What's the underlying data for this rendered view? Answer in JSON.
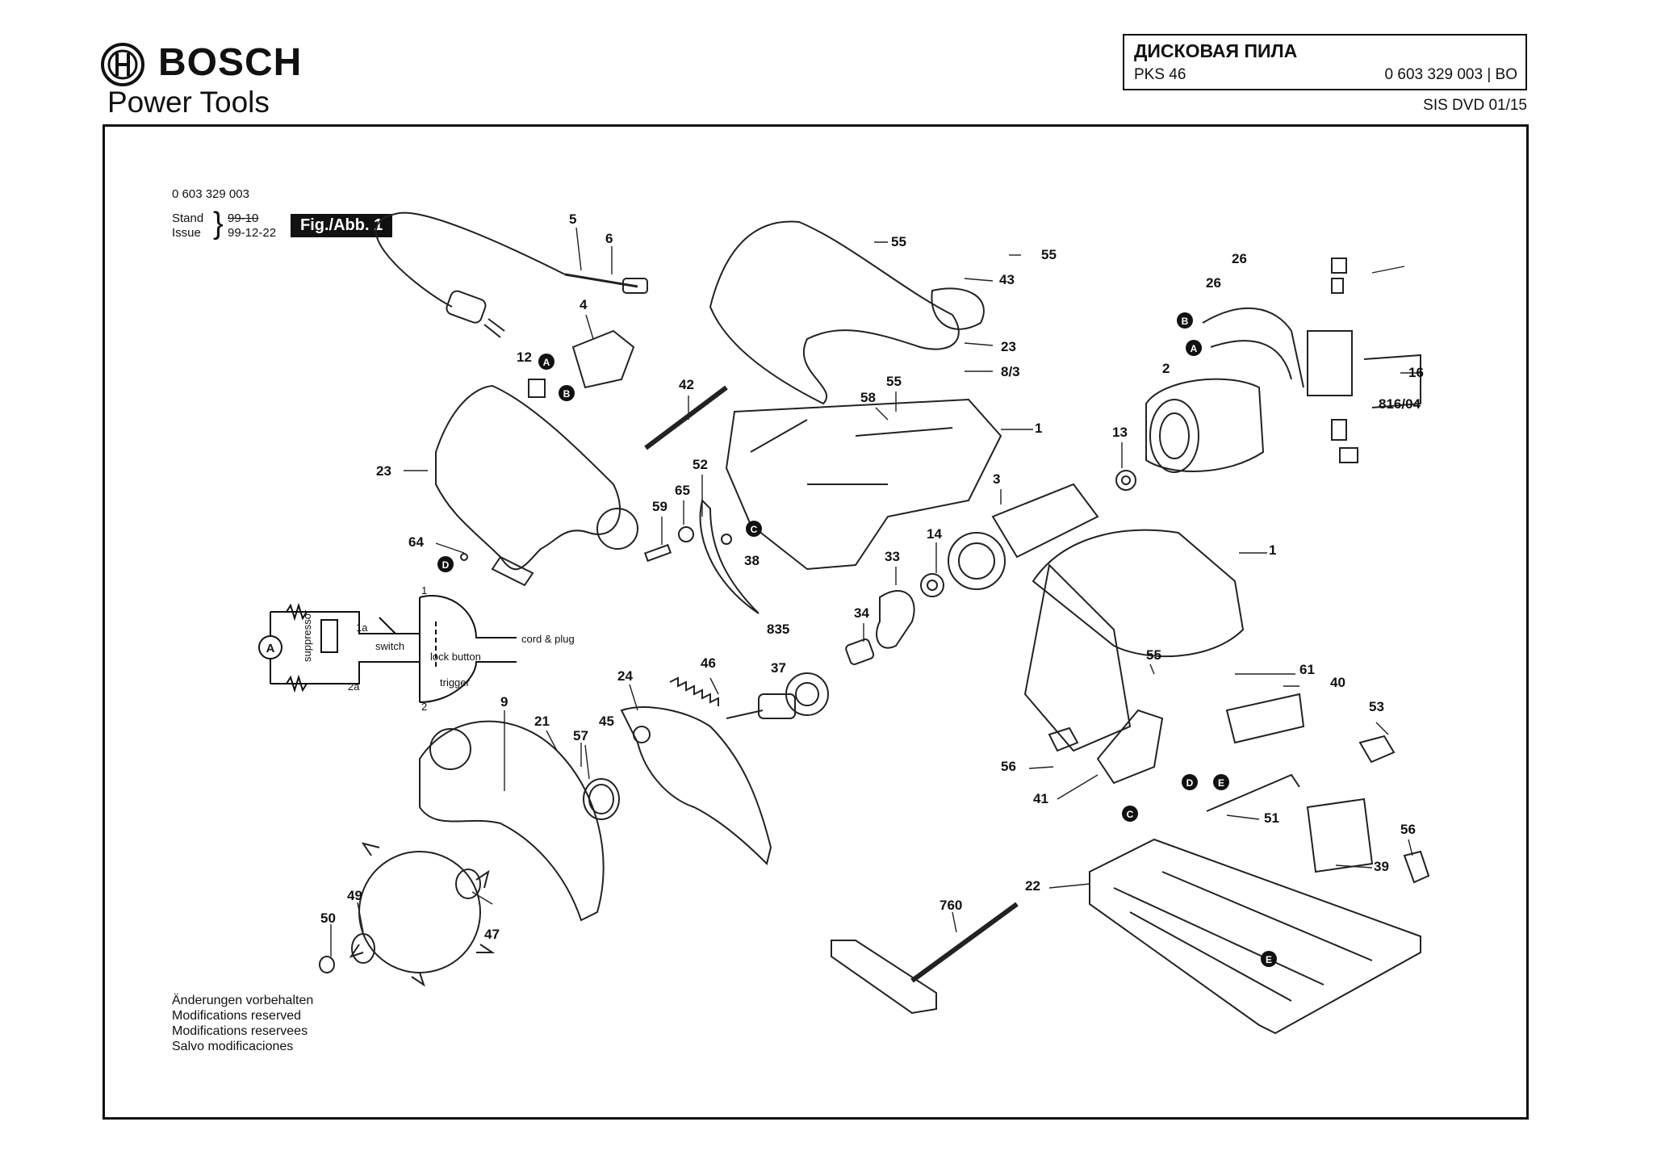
{
  "brand": {
    "name": "BOSCH",
    "subtitle": "Power Tools"
  },
  "title_block": {
    "product_name": "ДИСКОВАЯ ПИЛА",
    "model": "PKS 46",
    "part_code": "0 603 329 003 | BO",
    "sis_ref": "SIS DVD 01/15"
  },
  "figure": {
    "part_number": "0 603 329 003",
    "stand_label": "Stand",
    "issue_label": "Issue",
    "stand_value": "99-10",
    "issue_value": "99-12-22",
    "fig_label": "Fig./Abb. 1"
  },
  "wiring": {
    "suppressor": "suppressor",
    "switch": "switch",
    "lock_button": "lock button",
    "trigger": "trigger",
    "cord_plug": "cord & plug",
    "meter": "A",
    "t1": "1",
    "t1a": "1a",
    "t2": "2",
    "t2a": "2a"
  },
  "callouts": [
    {
      "id": "c5",
      "text": "5"
    },
    {
      "id": "c6",
      "text": "6"
    },
    {
      "id": "c4",
      "text": "4"
    },
    {
      "id": "c12",
      "text": "12"
    },
    {
      "id": "c42",
      "text": "42"
    },
    {
      "id": "c23a",
      "text": "23"
    },
    {
      "id": "c23b",
      "text": "23"
    },
    {
      "id": "c55a",
      "text": "55"
    },
    {
      "id": "c55b",
      "text": "55"
    },
    {
      "id": "c43",
      "text": "43"
    },
    {
      "id": "c83",
      "text": "8/3"
    },
    {
      "id": "c55c",
      "text": "55"
    },
    {
      "id": "c58",
      "text": "58"
    },
    {
      "id": "c1a",
      "text": "1"
    },
    {
      "id": "c52",
      "text": "52"
    },
    {
      "id": "c65",
      "text": "65"
    },
    {
      "id": "c59",
      "text": "59"
    },
    {
      "id": "c38",
      "text": "38"
    },
    {
      "id": "c64",
      "text": "64"
    },
    {
      "id": "c26a",
      "text": "26"
    },
    {
      "id": "c26b",
      "text": "26"
    },
    {
      "id": "c2",
      "text": "2"
    },
    {
      "id": "c16",
      "text": "16"
    },
    {
      "id": "c81604",
      "text": "816/04"
    },
    {
      "id": "c13",
      "text": "13"
    },
    {
      "id": "c3",
      "text": "3"
    },
    {
      "id": "c14",
      "text": "14"
    },
    {
      "id": "c33",
      "text": "33"
    },
    {
      "id": "c1b",
      "text": "1"
    },
    {
      "id": "c34",
      "text": "34"
    },
    {
      "id": "c835",
      "text": "835"
    },
    {
      "id": "c37",
      "text": "37"
    },
    {
      "id": "c46",
      "text": "46"
    },
    {
      "id": "c24",
      "text": "24"
    },
    {
      "id": "c9",
      "text": "9"
    },
    {
      "id": "c21",
      "text": "21"
    },
    {
      "id": "c57",
      "text": "57"
    },
    {
      "id": "c45",
      "text": "45"
    },
    {
      "id": "c55d",
      "text": "55"
    },
    {
      "id": "c61",
      "text": "61"
    },
    {
      "id": "c40",
      "text": "40"
    },
    {
      "id": "c53",
      "text": "53"
    },
    {
      "id": "c56a",
      "text": "56"
    },
    {
      "id": "c41",
      "text": "41"
    },
    {
      "id": "c51",
      "text": "51"
    },
    {
      "id": "c56b",
      "text": "56"
    },
    {
      "id": "c39",
      "text": "39"
    },
    {
      "id": "c22",
      "text": "22"
    },
    {
      "id": "c760",
      "text": "760"
    },
    {
      "id": "c49",
      "text": "49"
    },
    {
      "id": "c50",
      "text": "50"
    },
    {
      "id": "c47",
      "text": "47"
    }
  ],
  "markers": {
    "A": "A",
    "B": "B",
    "C": "C",
    "D": "D",
    "E": "E"
  },
  "notes": [
    "Änderungen vorbehalten",
    "Modifications reserved",
    "Modifications reservees",
    "Salvo modificaciones"
  ]
}
